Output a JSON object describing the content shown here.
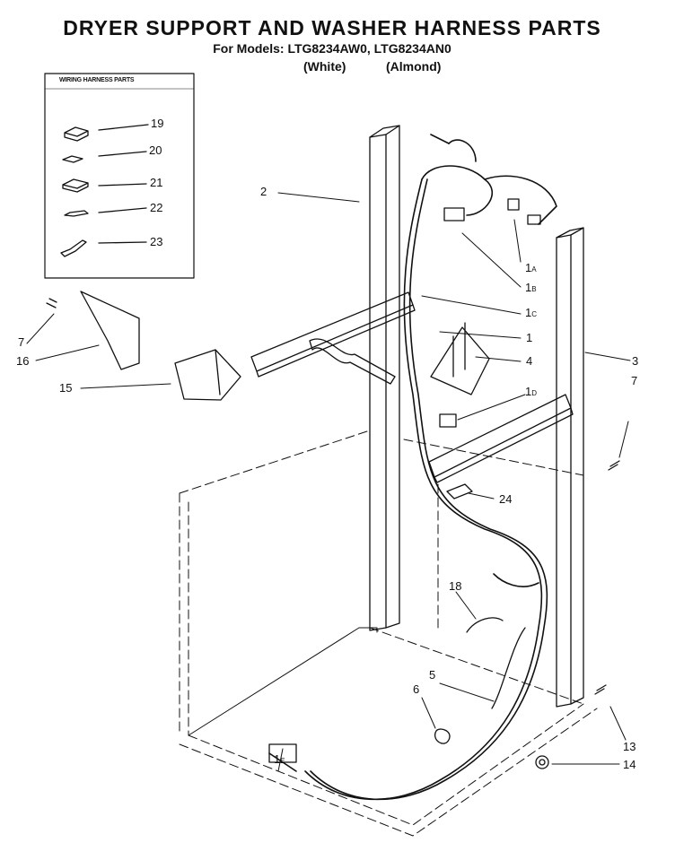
{
  "title": "DRYER SUPPORT AND WASHER HARNESS PARTS",
  "models_line": "For Models: LTG8234AW0, LTG8234AN0",
  "color_white": "(White)",
  "color_almond": "(Almond)",
  "wiring_box_title": "WIRING HARNESS PARTS",
  "callouts": {
    "c19": "19",
    "c20": "20",
    "c21": "21",
    "c22": "22",
    "c23": "23",
    "c2": "2",
    "c1a_num": "1",
    "c1a_sub": "A",
    "c1b_num": "1",
    "c1b_sub": "B",
    "c1c_num": "1",
    "c1c_sub": "C",
    "c1": "1",
    "c4": "4",
    "c1d_num": "1",
    "c1d_sub": "D",
    "c3": "3",
    "c7r": "7",
    "c7l": "7",
    "c16": "16",
    "c15": "15",
    "c24": "24",
    "c18": "18",
    "c5": "5",
    "c6": "6",
    "c1e_num": "1",
    "c1e_sub": "E",
    "c13": "13",
    "c14": "14"
  },
  "colors": {
    "ink": "#111111",
    "paper": "#ffffff"
  }
}
